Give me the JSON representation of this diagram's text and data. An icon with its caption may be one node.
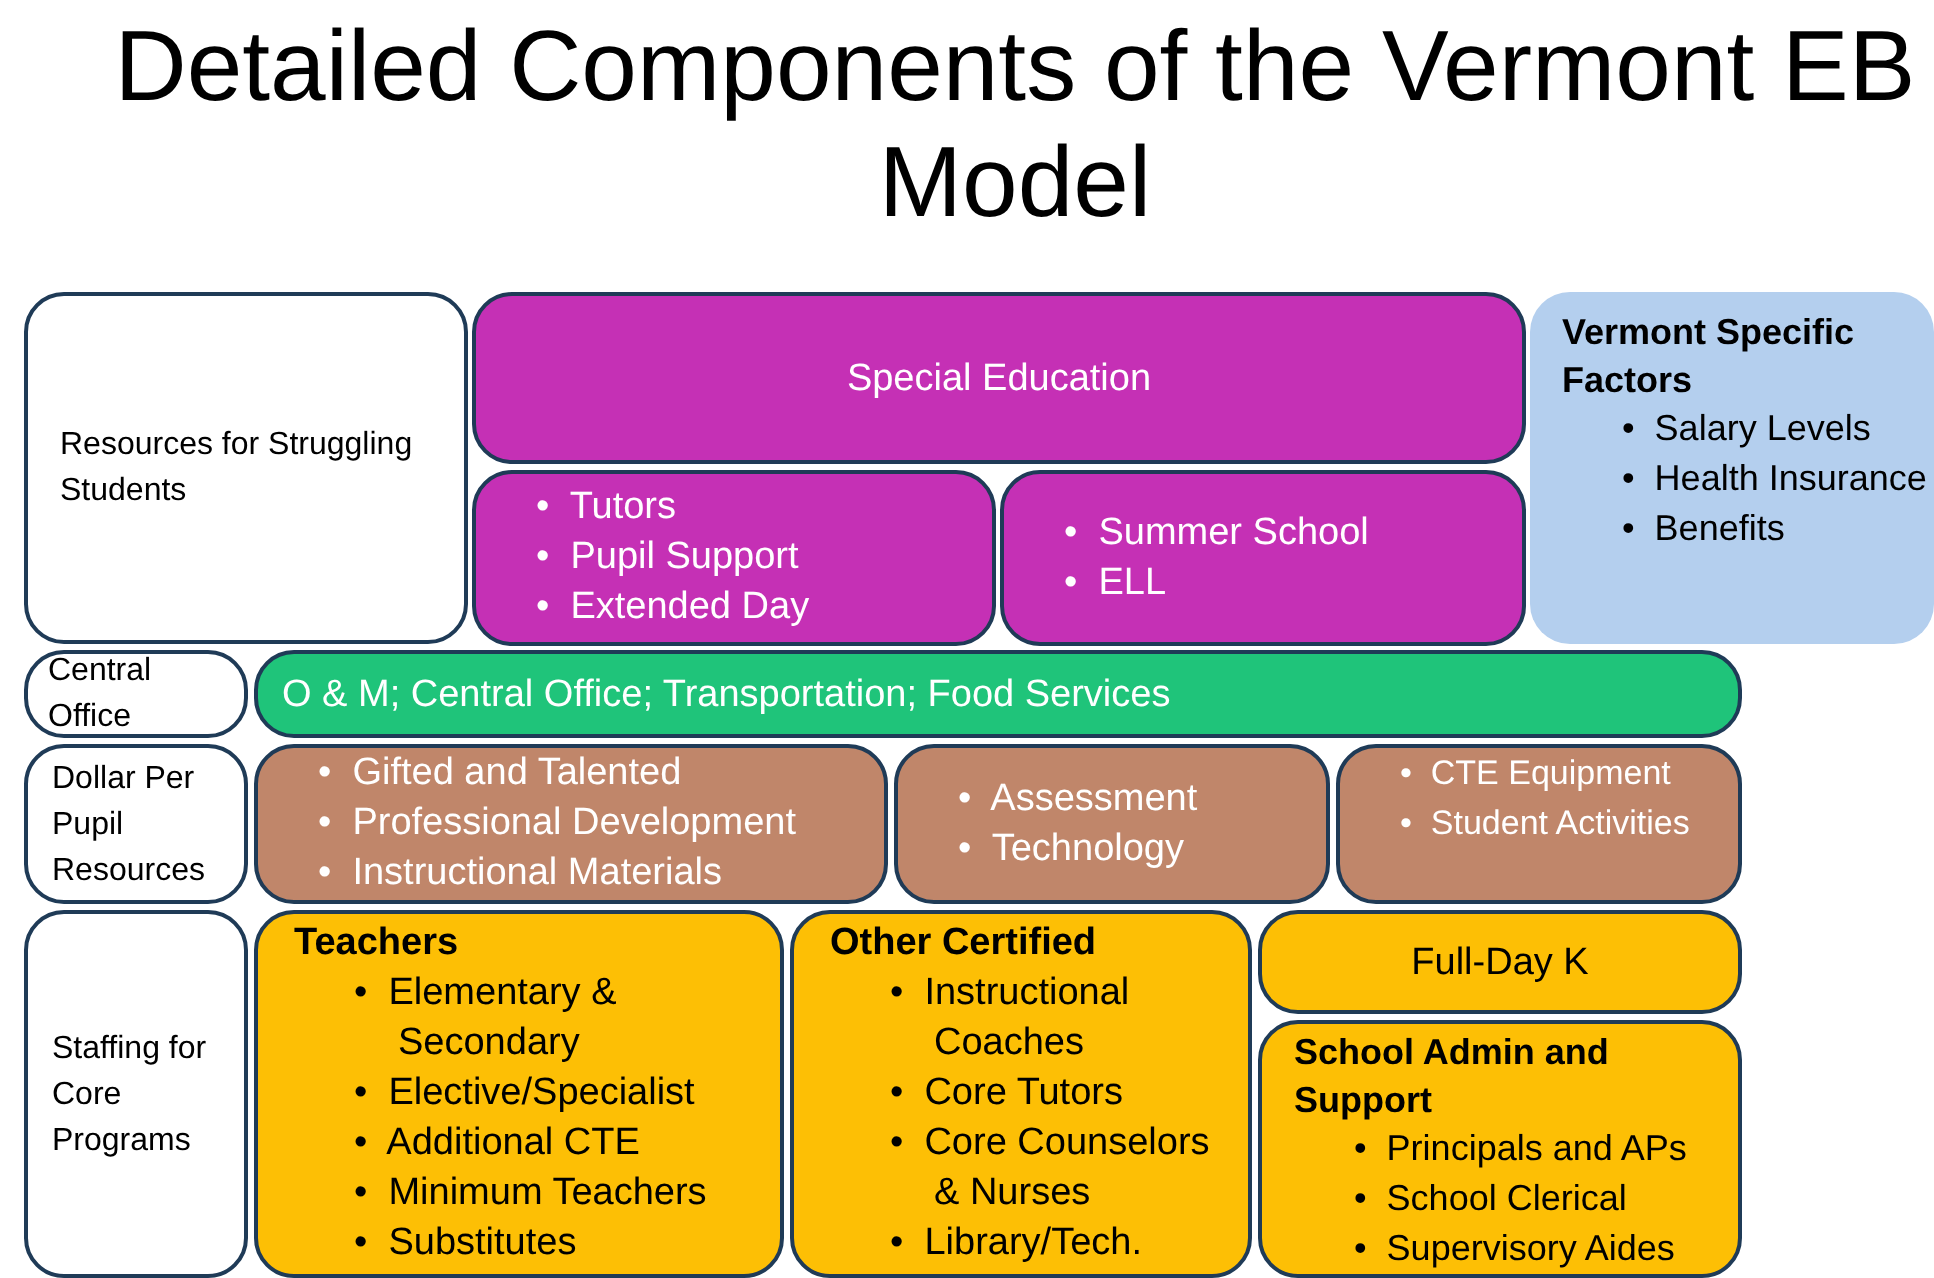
{
  "diagram": {
    "title": "Detailed Components of the Vermont EB Model",
    "nodes": [
      {
        "text": [
          "Resources for Struggling Students"
        ]
      },
      {
        "text": [
          "Special Education"
        ]
      },
      {
        "text": [
          "•  Tutors",
          "•  Pupil Support",
          "•  Extended Day"
        ]
      },
      {
        "text": [
          "•  Summer School",
          "•  ELL"
        ]
      },
      {
        "text": [
          "Vermont Specific Factors",
          "•  Salary Levels",
          "•  Health Insurance",
          "•  Benefits"
        ]
      },
      {
        "text": [
          "Central Office"
        ]
      },
      {
        "text": [
          "O & M; Central Office; Transportation; Food Services"
        ]
      },
      {
        "text": [
          "Dollar Per Pupil Resources"
        ]
      },
      {
        "text": [
          "•  Gifted and Talented",
          "•  Professional Development",
          "•  Instructional Materials"
        ]
      },
      {
        "text": [
          "•  Assessment",
          "•  Technology"
        ]
      },
      {
        "text": [
          "•  CTE Equipment",
          "•  Student Activities"
        ]
      },
      {
        "text": [
          "Staffing for Core Programs"
        ]
      },
      {
        "text": [
          "Teachers",
          "•  Elementary & Secondary",
          "•  Elective/Specialist",
          "•  Additional CTE",
          "•  Minimum Teachers",
          "•  Substitutes"
        ]
      },
      {
        "text": [
          "Other Certified",
          "•  Instructional Coaches",
          "•  Core Tutors",
          "•  Core Counselors & Nurses",
          "•  Library/Tech."
        ]
      },
      {
        "text": [
          "Full-Day K"
        ]
      },
      {
        "text": [
          "School Admin and Support",
          "•  Principals and APs",
          "•  School Clerical",
          "•  Supervisory Aides"
        ]
      }
    ]
  }
}
